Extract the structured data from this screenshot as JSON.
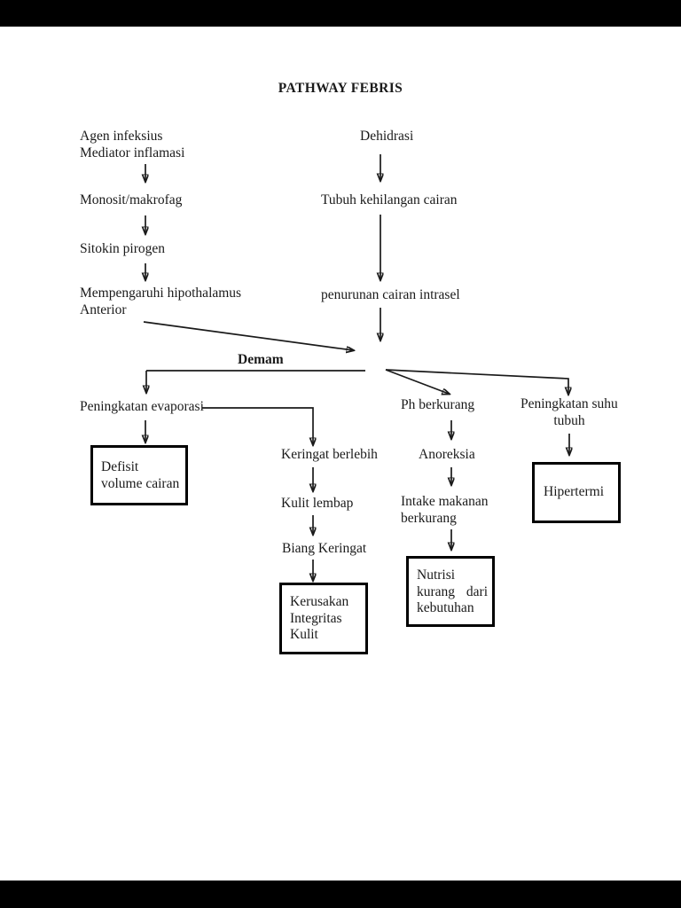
{
  "page": {
    "title": "PATHWAY FEBRIS",
    "background_color": "#ffffff",
    "letterbox_color": "#000000",
    "text_color": "#1a1a1a",
    "line_color": "#1a1a1a"
  },
  "nodes": {
    "agen_infeksius": {
      "line1": "Agen infeksius",
      "line2": "Mediator inflamasi"
    },
    "monosit": {
      "label": "Monosit/makrofag"
    },
    "sitokin": {
      "label": "Sitokin pirogen"
    },
    "hipothalamus": {
      "line1": "Mempengaruhi hipothalamus",
      "line2": "Anterior"
    },
    "dehidrasi": {
      "label": "Dehidrasi"
    },
    "tubuh_kehilangan_cairan": {
      "label": "Tubuh kehilangan cairan"
    },
    "penurunan_cairan_intrasel": {
      "label": "penurunan cairan intrasel"
    },
    "demam": {
      "label": "Demam"
    },
    "peningkatan_evaporasi": {
      "label": "Peningkatan evaporasi"
    },
    "defisit_volume_cairan": {
      "line1": "Defisit",
      "line2": "volume cairan"
    },
    "keringat_berlebih": {
      "label": "Keringat berlebih"
    },
    "kulit_lembap": {
      "label": "Kulit lembap"
    },
    "biang_keringat": {
      "label": "Biang Keringat"
    },
    "kerusakan_integritas_kulit": {
      "line1": "Kerusakan",
      "line2": "Integritas",
      "line3": "Kulit"
    },
    "ph_berkurang": {
      "label": "Ph berkurang"
    },
    "anoreksia": {
      "label": "Anoreksia"
    },
    "intake_makanan": {
      "line1": "Intake makanan",
      "line2": "berkurang"
    },
    "nutrisi_kurang": {
      "line1": "Nutrisi",
      "line2": "kurang dari",
      "line3": "kebutuhan"
    },
    "peningkatan_suhu": {
      "line1": "Peningkatan suhu",
      "line2": "tubuh"
    },
    "hipertermi": {
      "label": "Hipertermi"
    }
  },
  "edges": [
    {
      "from": "Agen infeksius / Mediator inflamasi",
      "to": "Monosit/makrofag"
    },
    {
      "from": "Monosit/makrofag",
      "to": "Sitokin pirogen"
    },
    {
      "from": "Sitokin pirogen",
      "to": "Mempengaruhi hipothalamus Anterior"
    },
    {
      "from": "Mempengaruhi hipothalamus Anterior",
      "to": "Demam"
    },
    {
      "from": "Dehidrasi",
      "to": "Tubuh kehilangan cairan"
    },
    {
      "from": "Tubuh kehilangan cairan",
      "to": "penurunan cairan intrasel"
    },
    {
      "from": "penurunan cairan intrasel",
      "to": "Demam"
    },
    {
      "from": "Demam",
      "to": "Peningkatan evaporasi"
    },
    {
      "from": "Demam",
      "to": "Ph berkurang"
    },
    {
      "from": "Demam",
      "to": "Peningkatan suhu tubuh"
    },
    {
      "from": "Peningkatan evaporasi",
      "to": "Defisit volume cairan"
    },
    {
      "from": "Peningkatan evaporasi",
      "to": "Keringat berlebih"
    },
    {
      "from": "Keringat berlebih",
      "to": "Kulit lembap"
    },
    {
      "from": "Kulit lembap",
      "to": "Biang Keringat"
    },
    {
      "from": "Biang Keringat",
      "to": "Kerusakan Integritas Kulit"
    },
    {
      "from": "Ph berkurang",
      "to": "Anoreksia"
    },
    {
      "from": "Anoreksia",
      "to": "Intake makanan berkurang"
    },
    {
      "from": "Intake makanan berkurang",
      "to": "Nutrisi kurang dari kebutuhan"
    },
    {
      "from": "Peningkatan suhu tubuh",
      "to": "Hipertermi"
    }
  ]
}
